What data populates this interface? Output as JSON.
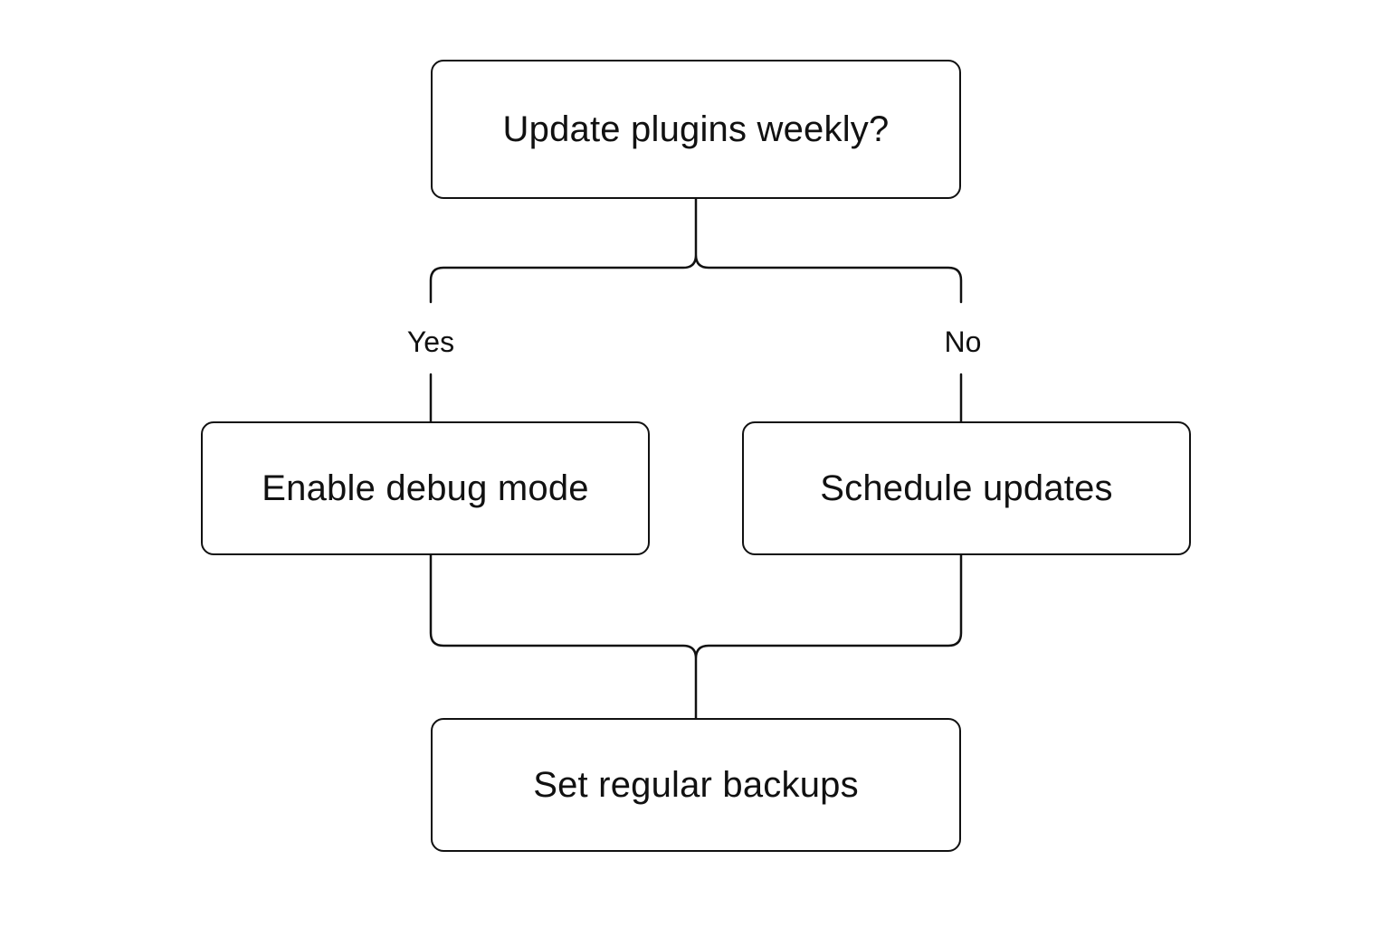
{
  "diagram": {
    "nodes": {
      "question": "Update plugins weekly?",
      "yes_action": "Enable debug mode",
      "no_action": "Schedule updates",
      "final_action": "Set regular backups"
    },
    "edges": {
      "yes_label": "Yes",
      "no_label": "No"
    },
    "colors": {
      "stroke": "#111111",
      "background": "#ffffff"
    }
  }
}
